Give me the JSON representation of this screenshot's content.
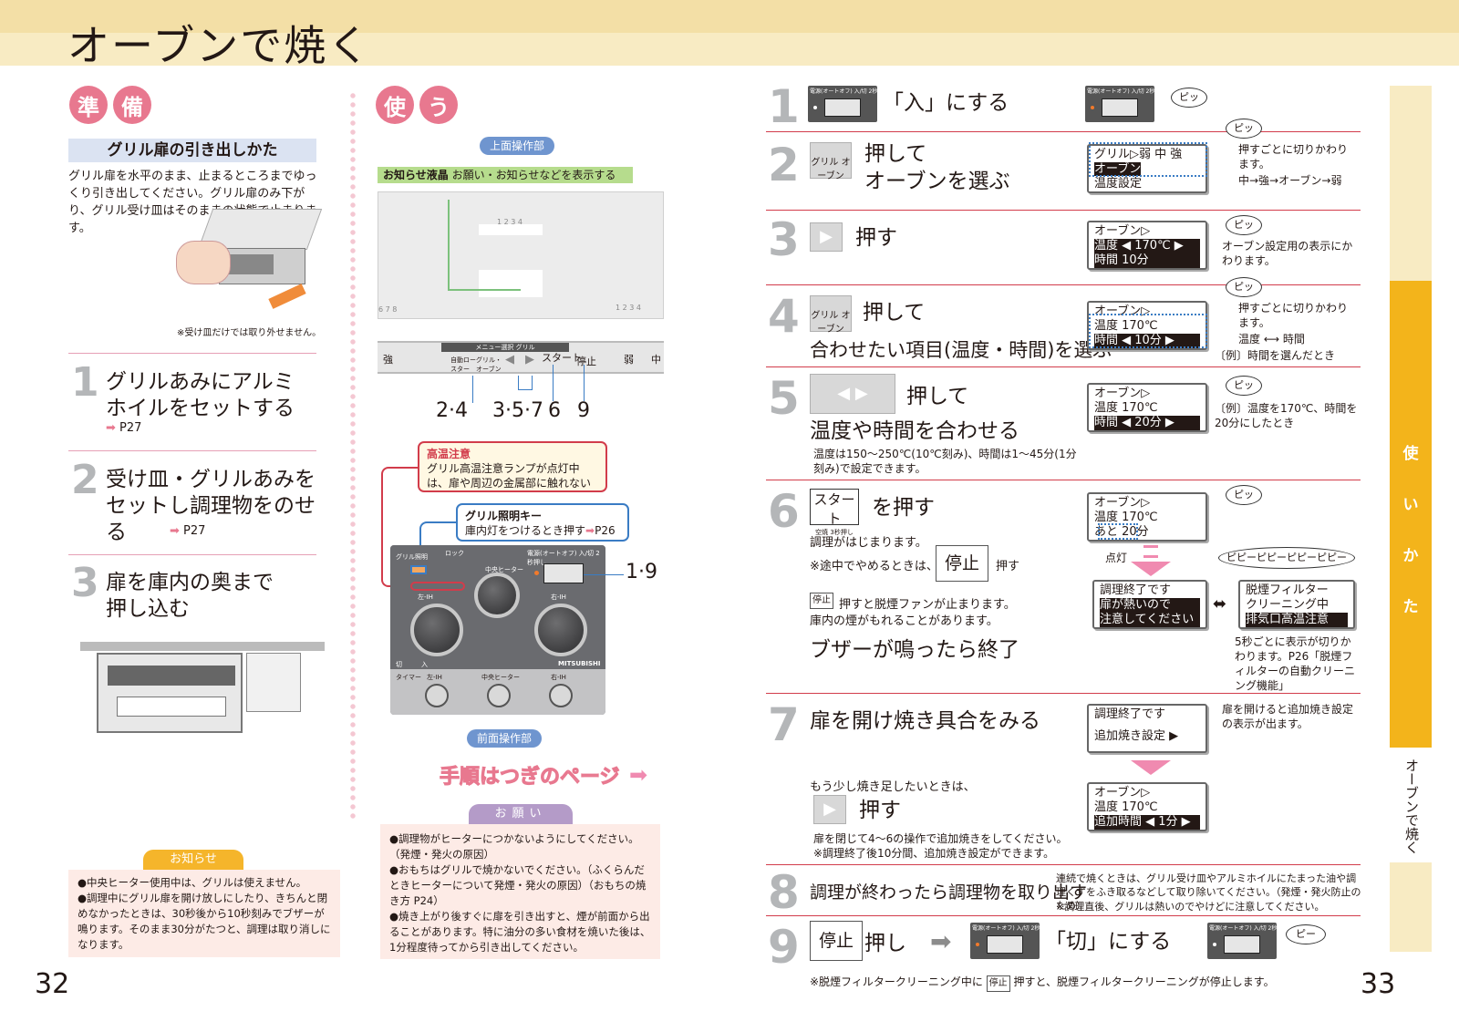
{
  "header": {
    "title": "オーブンで焼く"
  },
  "left": {
    "prep_chars": [
      "準",
      "備"
    ],
    "use_chars": [
      "使",
      "う"
    ],
    "section_title": "グリル扉の引き出しかた",
    "section_text": "グリル扉を水平のまま、止まるところまでゆっくり引き出してください。グリル扉のみ下がり、グリル受け皿はそのままの状態で止まります。",
    "caption": "※受け皿だけでは取り外せません。",
    "steps": [
      {
        "num": "1",
        "text": "グリルあみにアルミホイルをセットする",
        "ref": "P27"
      },
      {
        "num": "2",
        "text": "受け皿・グリルあみをセットし調理物をのせる",
        "ref": "P27"
      },
      {
        "num": "3",
        "text": "扉を庫内の奥まで押し込む",
        "ref": ""
      }
    ],
    "notice_title": "お知らせ",
    "notice_items": [
      "●中央ヒーター使用中は、グリルは使えません。",
      "●調理中にグリル扉を開け放しにしたり、きちんと閉めなかったときは、30秒後から10秒刻みでブザーが鳴ります。そのまま30分がたつと、調理は取り消しになります。"
    ],
    "page": "32"
  },
  "middle": {
    "top_panel_label": "上面操作部",
    "lcd_label_bold": "お知らせ液晶",
    "lcd_label_text": "お願い・お知らせなどを表示する",
    "panel_keys": [
      "強",
      "メニュー選択",
      "グリル",
      "自動ロースター",
      "グリル・オーブン",
      "スタート",
      "停止",
      "弱",
      "中"
    ],
    "panel_nums": [
      "1 2 3 4",
      "6 7 8",
      "1 2 3 4"
    ],
    "callouts": [
      "2·4",
      "3·5·7",
      "6",
      "9"
    ],
    "hot_title": "高温注意",
    "hot_text": "グリル高温注意ランプが点灯中は、扉や周辺の金属部に触れない",
    "light_title": "グリル照明キー",
    "light_text": "庫内灯をつけるとき押す",
    "light_ref": "P26",
    "front_callout": "1·9",
    "front_labels": [
      "グリル照明",
      "ロック",
      "中央ヒーター",
      "電源(オートオフ) 入/切 2秒押し",
      "左-IH",
      "右-IH",
      "切",
      "入",
      "MITSUBISHI",
      "タイマー",
      "左-IH",
      "中央ヒーター",
      "右-IH"
    ],
    "front_panel_label": "前面操作部",
    "next_page": "手順はつぎのページ",
    "onegai_title": "お願い",
    "onegai_items": [
      "●調理物がヒーターにつかないようにしてください。（発煙・発火の原因）",
      "●おもちはグリルで焼かないでください。（ふくらんだときヒーターについて発煙・発火の原因）（おもちの焼き方 P24）",
      "●焼き上がり後すぐに扉を引き出すと、煙が前面から出ることがあります。特に油分の多い食材を焼いた後は、1分程度待ってから引き出してください。"
    ]
  },
  "right": {
    "steps": [
      {
        "num": "1",
        "text": "「入」にする"
      },
      {
        "num": "2",
        "text_a": "押して",
        "text_b": "オーブンを選ぶ"
      },
      {
        "num": "3",
        "text": "押す"
      },
      {
        "num": "4",
        "text_a": "押して",
        "text_b": "合わせたい項目(温度・時間)を選ぶ"
      },
      {
        "num": "5",
        "text_a": "押して",
        "text_b": "温度や時間を合わせる",
        "note": "温度は150〜250℃(10℃刻み)、時間は1〜45分(1分刻み)で設定できます。"
      },
      {
        "num": "6",
        "text": "を押す",
        "note_a": "調理がはじまります。",
        "note_b": "※途中でやめるときは、",
        "note_b2": "押す",
        "note_c": "押すと脱煙ファンが止まります。",
        "note_d": "庫内の煙がもれることがあります。",
        "end": "ブザーが鳴ったら終了"
      },
      {
        "num": "7",
        "text": "扉を開け焼き具合をみる",
        "more": "もう少し焼き足したいときは、",
        "push": "押す",
        "note": "扉を閉じて4〜6の操作で追加焼きをしてください。",
        "note2": "※調理終了後10分間、追加焼き設定ができます。"
      },
      {
        "num": "8",
        "text": "調理が終わったら調理物を取り出す",
        "note": "連続で焼くときは、グリル受け皿やアルミホイルにたまった油や調理くずをふき取るなどして取り除いてください。（発煙・発火防止のため）",
        "note2": "※調理直後、グリルは熱いのでやけどに注意してください。"
      },
      {
        "num": "9",
        "text": "押し",
        "text_b": "「切」にする"
      }
    ],
    "pwr_label": "電源(オートオフ) 入/切 2秒押し",
    "grill_label": "グリル オーブン",
    "start_label": "スタート",
    "start_sub": "空焼 3秒押し",
    "stop_label": "停止",
    "beep": "ピッ",
    "beep_long": "ピピーピピーピピーピピー",
    "beep_off": "ピー",
    "lcd2": [
      "グリル▷弱 中 強",
      "オーブン",
      "温度設定"
    ],
    "lcd2_note": "押すごとに切りかわります。",
    "lcd2_cycle": "中→強→オーブン→弱",
    "lcd3": [
      "オーブン▷",
      "温度 ◀ 170℃ ▶",
      "時間 10分"
    ],
    "lcd3_note": "オーブン設定用の表示にかわります。",
    "lcd4": [
      "オーブン▷",
      "温度 170℃",
      "時間 ◀ 10分 ▶"
    ],
    "lcd4_note": "押すごとに切りかわります。",
    "lcd4_cycle": "温度 ⟷ 時間",
    "lcd4_ex": "〔例〕時間を選んだとき",
    "lcd5": [
      "オーブン▷",
      "温度 170℃",
      "時間 ◀ 20分 ▶"
    ],
    "lcd5_note": "〔例〕温度を170℃、時間を20分にしたとき",
    "lcd6": [
      "オーブン▷",
      "温度 170℃",
      "あと 20分"
    ],
    "lamp": "点灯",
    "lcd6b": [
      "調理終了です",
      "扉が熱いので",
      "注意してください"
    ],
    "lcd6c": [
      "脱煙フィルター",
      "クリーニング中",
      "排気口高温注意"
    ],
    "lcd6c_note": "5秒ごとに表示が切りかわります。P26「脱煙フィルターの自動クリーニング機能」",
    "lcd7": [
      "調理終了です",
      "追加焼き設定 ▶"
    ],
    "lcd7_note": "扉を開けると追加焼き設定の表示が出ます。",
    "lcd7b": [
      "オーブン▷",
      "温度 170℃",
      "追加時間 ◀ 1分 ▶"
    ],
    "footer_note_a": "※脱煙フィルタークリーニング中に",
    "footer_note_b": "押すと、脱煙フィルタークリーニングが停止します。",
    "sidebar_chars": [
      "使",
      "い",
      "か",
      "た"
    ],
    "sidebar_title": "オーブンで焼く",
    "page": "33"
  }
}
